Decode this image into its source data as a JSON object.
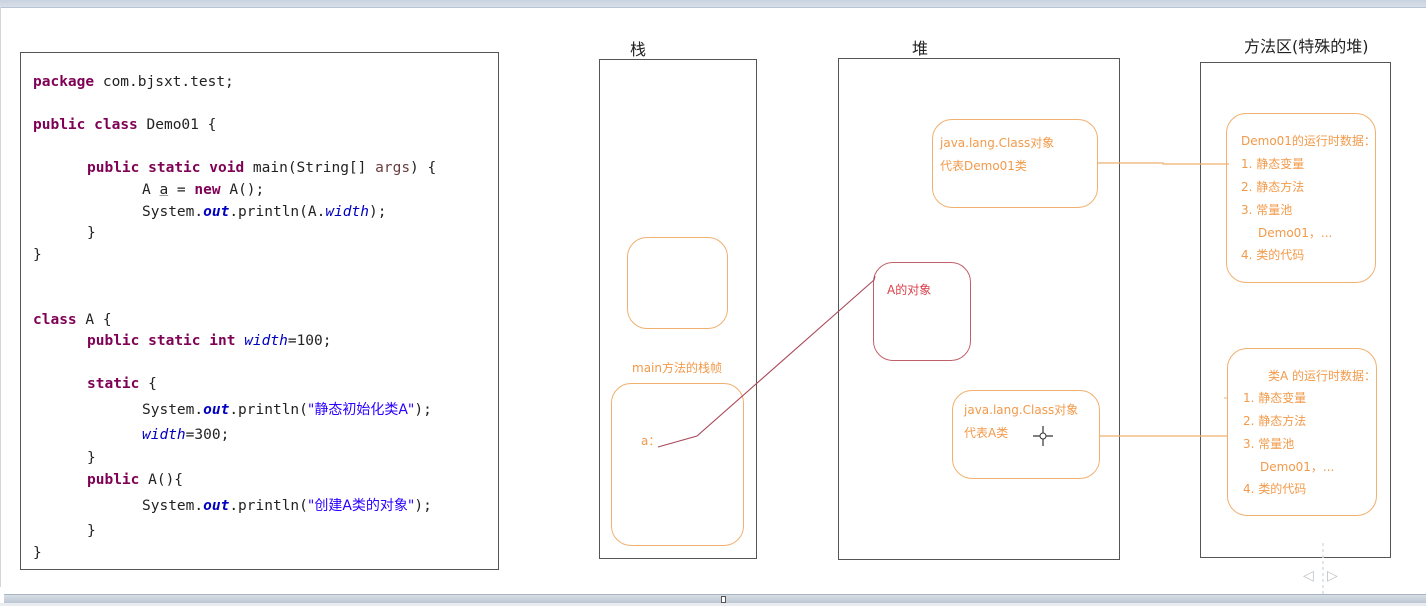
{
  "code": {
    "lines": [
      {
        "kw1": "package",
        "rest": " com.bjsxt.test;"
      },
      {
        "kw1": "public",
        "kw2": "class",
        "rest": " Demo01 {"
      },
      {
        "kw1": "public",
        "kw2": "static",
        "kw3": "void",
        "pre": "main(String[] ",
        "arg": "args",
        "post": ") {"
      },
      {
        "type": "A ",
        "var": "a",
        "mid": " = ",
        "kw": "new",
        "rest": " A();"
      },
      {
        "pre": "System.",
        "sfld": "out",
        "mid": ".println(A.",
        "fld": "width",
        "post": ");"
      },
      {
        "text": "}"
      },
      {
        "text": "}"
      },
      {
        "kw1": "class",
        "rest": " A {"
      },
      {
        "kw1": "public",
        "kw2": "static",
        "kw3": "int",
        "fld": "width",
        "post": "=100;"
      },
      {
        "kw1": "static",
        "rest": " {"
      },
      {
        "pre": "System.",
        "sfld": "out",
        "mid": ".println(",
        "str": "\"静态初始化类A\"",
        "post": ");"
      },
      {
        "fld": "width",
        "post": "=300;"
      },
      {
        "text": "}"
      },
      {
        "kw1": "public",
        "rest": " A(){"
      },
      {
        "pre": "System.",
        "sfld": "out",
        "mid": ".println(",
        "str": "\"创建A类的对象\"",
        "post": ");"
      },
      {
        "text": "}"
      },
      {
        "text": "}"
      }
    ]
  },
  "diagram": {
    "stack": {
      "title": "栈",
      "frame_label": "main方法的栈帧",
      "var_label": "a："
    },
    "heap": {
      "title": "堆",
      "class_obj_demo": {
        "line1": "java.lang.Class对象",
        "line2": "代表Demo01类"
      },
      "a_object": "A的对象",
      "class_obj_a": {
        "line1": "java.lang.Class对象",
        "line2": "代表A类"
      }
    },
    "method_area": {
      "title": "方法区(特殊的堆)",
      "demo01_data": {
        "header": "Demo01的运行时数据：",
        "items": [
          "1. 静态变量",
          "2. 静态方法",
          "3. 常量池",
          "Demo01，...",
          "4. 类的代码"
        ]
      },
      "classA_data": {
        "header": "类A 的运行时数据：",
        "items": [
          "1. 静态变量",
          "2. 静态方法",
          "3. 常量池",
          "Demo01，...",
          "4. 类的代码"
        ]
      }
    },
    "colors": {
      "orange": "#f29a4a",
      "red": "#c0606a",
      "keyword": "#7f0055",
      "field": "#0000c0",
      "string": "#2a00ff"
    }
  },
  "nav": {
    "prev": "◁",
    "next": "▷"
  }
}
